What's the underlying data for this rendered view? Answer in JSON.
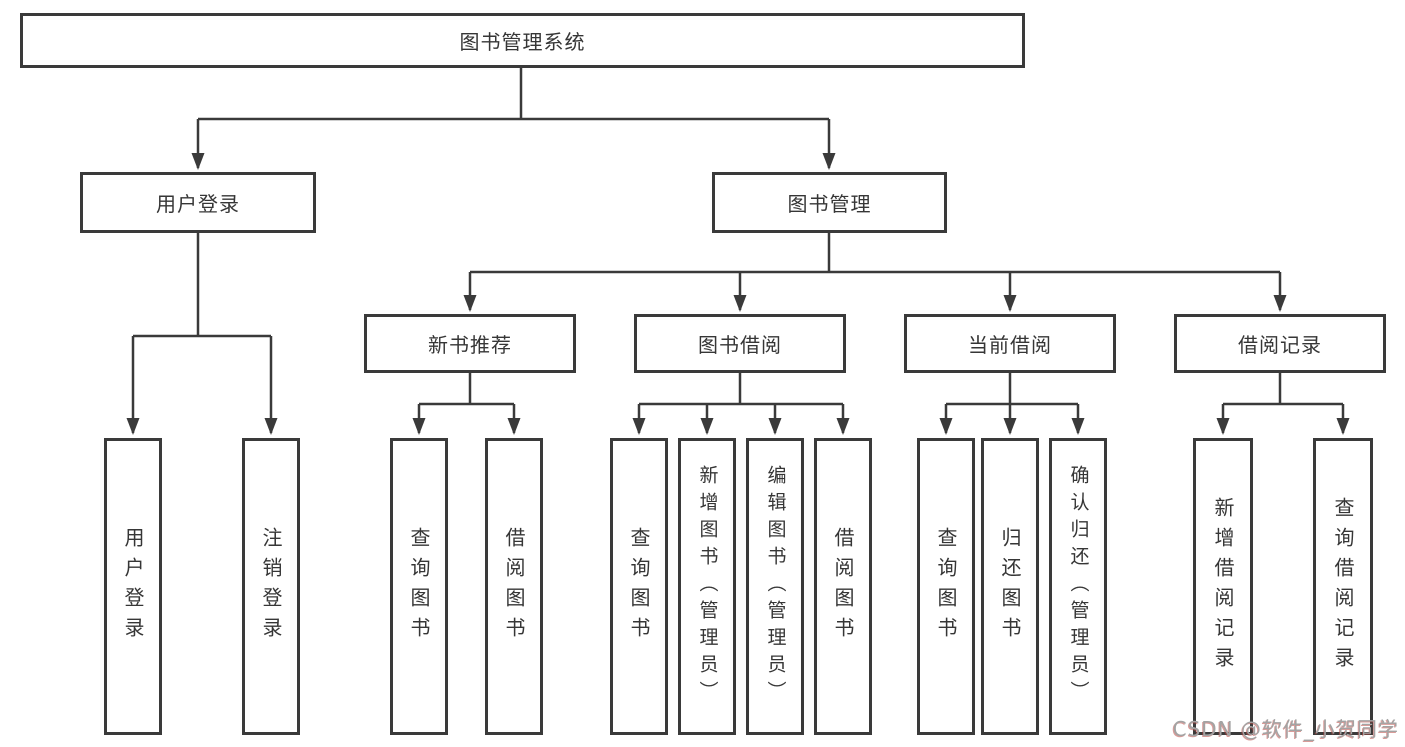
{
  "diagram": {
    "title": "图书管理系统",
    "root": {
      "label": "图书管理系统"
    },
    "level2": {
      "login": {
        "label": "用户登录"
      },
      "management": {
        "label": "图书管理"
      }
    },
    "level3": {
      "new_books": {
        "label": "新书推荐"
      },
      "borrowing": {
        "label": "图书借阅"
      },
      "current": {
        "label": "当前借阅"
      },
      "records": {
        "label": "借阅记录"
      }
    },
    "leaves": {
      "login": [
        "用户登录",
        "注销登录"
      ],
      "new_books": [
        "查询图书",
        "借阅图书"
      ],
      "borrowing": [
        "查询图书",
        "新增图书（管理员）",
        "编辑图书（管理员）",
        "借阅图书"
      ],
      "current": [
        "查询图书",
        "归还图书",
        "确认归还（管理员）"
      ],
      "records": [
        "新增借阅记录",
        "查询借阅记录"
      ]
    }
  },
  "watermark": "CSDN @软件_小贺同学",
  "colors": {
    "line": "#3a3a3a",
    "box_border": "#3a3a3a",
    "text": "#363636",
    "background": "#ffffff",
    "watermark_gray": "#a3a3a3",
    "watermark_red": "#ba4a46"
  }
}
